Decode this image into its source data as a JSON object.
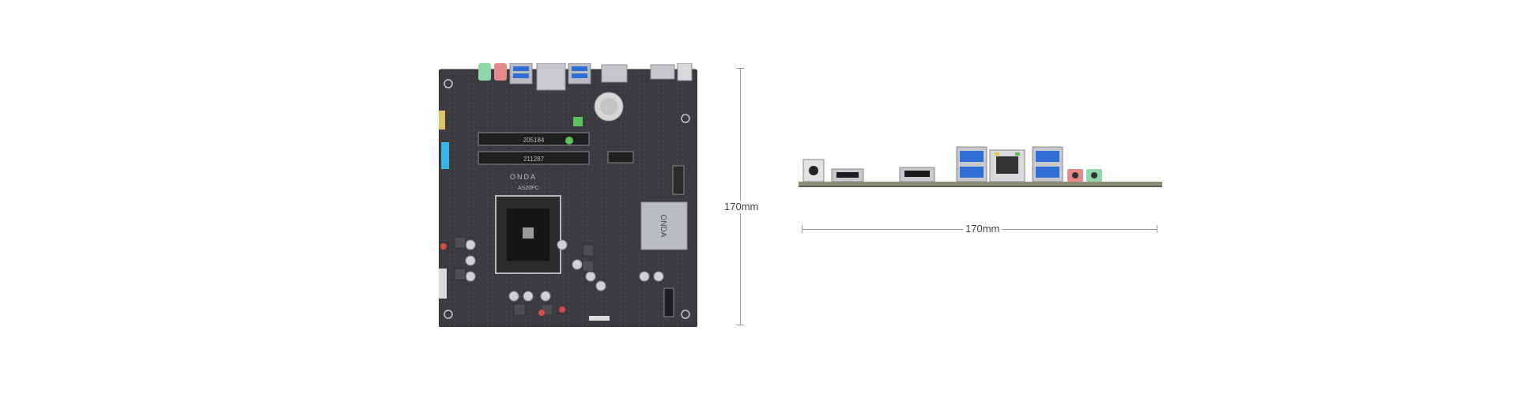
{
  "images": {
    "board_top": "motherboard-top-view-photo",
    "board_io": "motherboard-rear-io-side-view-photo"
  },
  "board_text": {
    "brand_logo": "ONDA",
    "model": "AS20PC",
    "ram_slot_1_label": "205184",
    "ram_slot_2_label": "211287"
  },
  "dimensions": {
    "height_label": "170mm",
    "width_label": "170mm"
  },
  "colors": {
    "pcb": "#3a3a3e",
    "usb3_blue": "#2f6fd6",
    "audio_green": "#8fd6a8",
    "audio_pink": "#e58a8a",
    "sata_blue": "#3ab4e6",
    "dimension_line": "#9a9a9a"
  }
}
